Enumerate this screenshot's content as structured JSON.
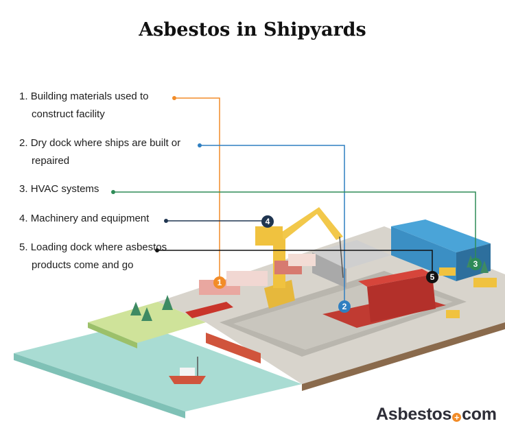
{
  "title": "Asbestos in Shipyards",
  "legend": [
    {
      "num": "1.",
      "text": "Building materials used to construct facility",
      "color": "#f28c28",
      "marker": "1"
    },
    {
      "num": "2.",
      "text": "Dry dock where ships are built or repaired",
      "color": "#2f7fc1",
      "marker": "2"
    },
    {
      "num": "3.",
      "text": "HVAC systems",
      "color": "#2e8b57",
      "marker": "3"
    },
    {
      "num": "4.",
      "text": "Machinery and equipment",
      "color": "#1f3550",
      "marker": "4"
    },
    {
      "num": "5.",
      "text": "Loading dock where asbestos products come and go",
      "color": "#111111",
      "marker": "5"
    }
  ],
  "brand": {
    "name": "Asbestos",
    "suffix": "com",
    "dot": "+"
  }
}
